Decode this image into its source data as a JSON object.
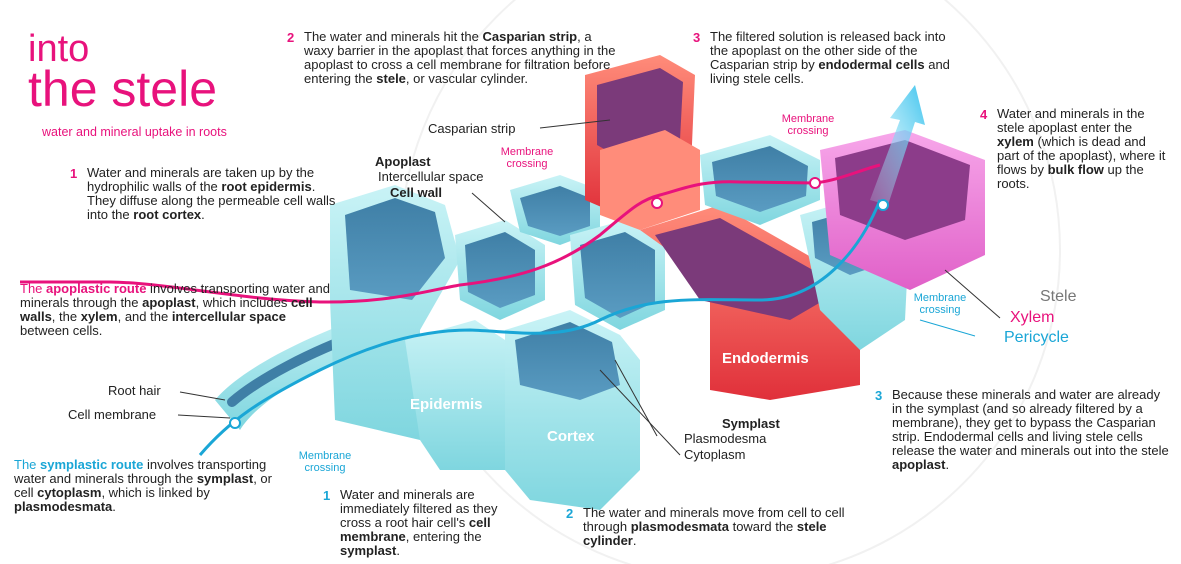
{
  "title": {
    "line1": "into",
    "line2": "the stele",
    "subtitle": "water and mineral uptake in roots"
  },
  "callouts": {
    "top2": {
      "num": "2",
      "text": "The water and minerals hit the <b>Casparian strip</b>, a waxy barrier in the apoplast that forces anything in the apoplast to cross a cell membrane for filtration before entering the <b>stele</b>, or vascular cylinder."
    },
    "top3": {
      "num": "3",
      "text": "The filtered solution is released back into the apoplast on the other side of the Casparian strip by <b>endodermal cells</b> and living stele cells."
    },
    "top4": {
      "num": "4",
      "text": "Water and minerals in the stele apoplast enter the <b>xylem</b> (which is dead and part of the apoplast), where it flows by <b>bulk flow</b> up the roots."
    },
    "left1": {
      "num": "1",
      "text": "Water and minerals are taken up by the hydrophilic walls of the <b>root epidermis</b>. They diffuse along the permeable cell walls into the <b>root cortex</b>."
    },
    "apoplastic": {
      "text": "<span class=\"pink\">The <b>apoplastic route</b></span> involves transporting water and minerals through the <b>apoplast</b>, which includes <b>cell walls</b>, the <b>xylem</b>, and the <b>intercellular space</b> between cells."
    },
    "symplastic": {
      "text": "<span class=\"blue\">The <b>symplastic route</b></span> involves transporting water and minerals through the <b>symplast</b>, or cell <b>cytoplasm</b>, which is linked by <b>plasmodesmata</b>."
    },
    "bottom1": {
      "num": "1",
      "text": "Water and minerals are immediately filtered as they cross a root hair cell's <b>cell membrane</b>, entering the <b>symplast</b>."
    },
    "bottom2": {
      "num": "2",
      "text": "The water and minerals move from cell to cell through <b>plasmodesmata</b> toward the <b>stele cylinder</b>."
    },
    "bottom3": {
      "num": "3",
      "text": "Because these minerals and water are already in the symplast (and so already filtered by a membrane), they get to bypass the Casparian strip. Endodermal cells and living stele cells release the water and minerals out into the stele <b>apoplast</b>."
    }
  },
  "labels": {
    "casparian_strip": "Casparian strip",
    "apoplast": "Apoplast",
    "intercellular_space": "Intercellular space",
    "cell_wall": "Cell wall",
    "membrane_crossing": "Membrane crossing",
    "root_hair": "Root hair",
    "cell_membrane": "Cell membrane",
    "symplast": "Symplast",
    "plasmodesma": "Plasmodesma",
    "cytoplasm": "Cytoplasm",
    "epidermis": "Epidermis",
    "cortex": "Cortex",
    "endodermis": "Endodermis",
    "stele": "Stele",
    "xylem": "Xylem",
    "pericycle": "Pericycle"
  },
  "colors": {
    "apoplast_route": "#e8127c",
    "symplast_route": "#1aa6d6",
    "endodermis": "#e53b40",
    "xylem": "#e86fd0",
    "cell_fill": "#4d8fb3",
    "wall": "#9fe3ea"
  }
}
